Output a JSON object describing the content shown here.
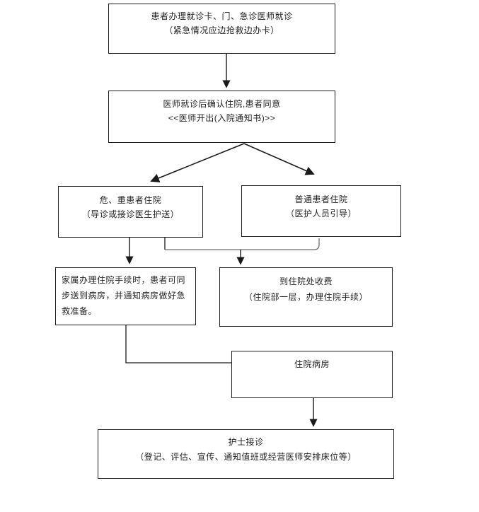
{
  "diagram": {
    "boxes": {
      "registration": {
        "line1": "患者办理就诊卡、门、急诊医师就诊",
        "line2": "（紧急情况应边抢救边办卡）"
      },
      "confirm_admission": {
        "line1": "医师就诊后确认住院,患者同意",
        "line2": "<<医师开出(入院通知书)>>"
      },
      "critical_patient": {
        "line1": "危、重患者住院",
        "line2": "（导诊或接诊医生护送）"
      },
      "normal_patient": {
        "line1": "普通患者住院",
        "line2": "（医护人员引导）"
      },
      "family_procedure": {
        "text": "家属办理住院手续时，患者可同步送到病房，并通知病房做好急救准备。"
      },
      "admission_fee": {
        "line1": "到住院处收费",
        "line2": "（住院部一层，办理住院手续）"
      },
      "inpatient_ward": {
        "line1": "住院病房"
      },
      "nurse_reception": {
        "line1": "护士接诊",
        "line2": "（登记、评估、宣传、通知值班或经营医师安排床位等）"
      }
    },
    "colors": {
      "line": "#1a1a1a",
      "merge_line": "#6e6e6e",
      "box_border": "#1c1c1c",
      "text": "#222222",
      "background": "#ffffff"
    }
  }
}
